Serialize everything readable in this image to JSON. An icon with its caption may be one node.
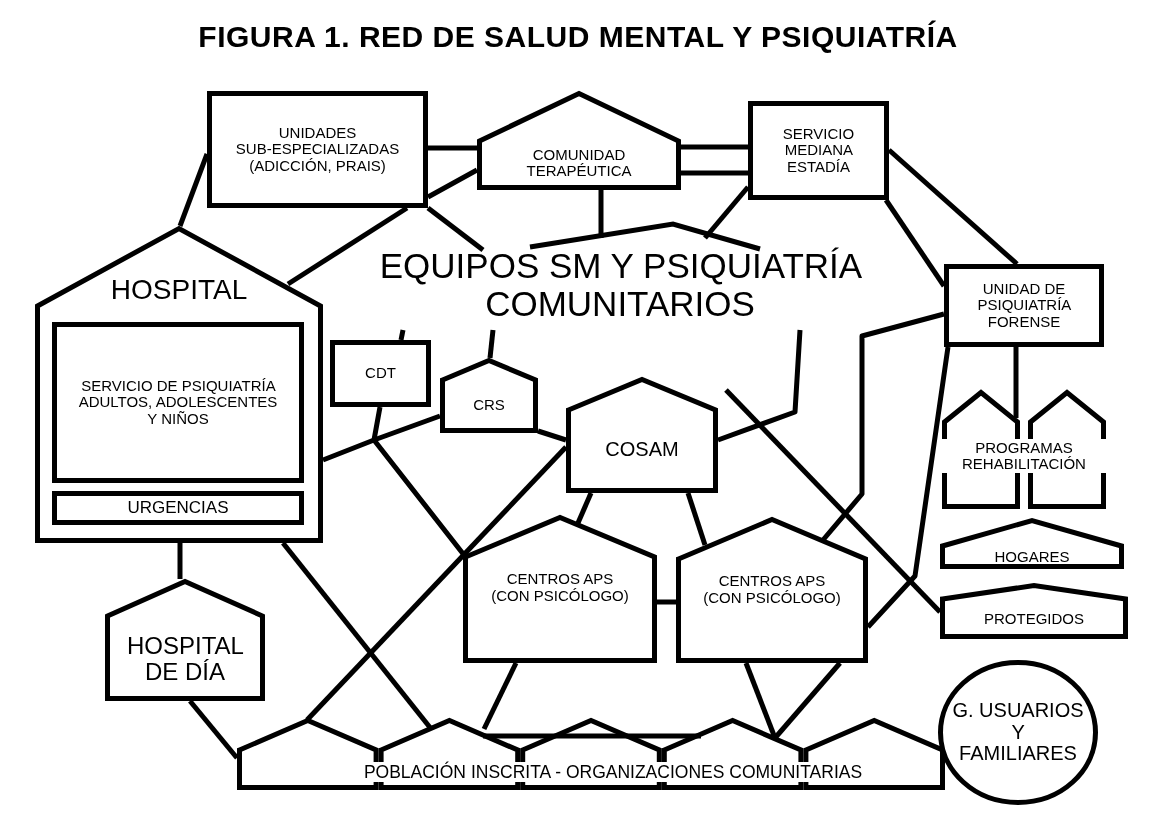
{
  "diagram": {
    "title": "FIGURA 1. RED DE SALUD MENTAL Y PSIQUIATRÍA",
    "nodes": [
      {
        "text": [
          "UNIDADES SUB-ESPECIALIZADAS (ADICCIÓN, PRAIS)"
        ]
      },
      {
        "text": [
          "COMUNIDAD TERAPÉUTICA"
        ]
      },
      {
        "text": [
          "SERVICIO MEDIANA ESTADÍA"
        ]
      },
      {
        "text": [
          "EQUIPOS SM Y PSIQUIATRÍA COMUNITARIOS"
        ]
      },
      {
        "text": [
          "HOSPITAL"
        ]
      },
      {
        "text": [
          "SERVICIO DE PSIQUIATRÍA ADULTOS, ADOLESCENTES Y NIÑOS"
        ],
        "in": 4
      },
      {
        "text": [
          "URGENCIAS"
        ],
        "in": 4
      },
      {
        "text": [
          "CDT"
        ]
      },
      {
        "text": [
          "CRS"
        ]
      },
      {
        "text": [
          "COSAM"
        ]
      },
      {
        "text": [
          "CENTROS APS (CON PSICÓLOGO)"
        ]
      },
      {
        "text": [
          "CENTROS APS (CON PSICÓLOGO)"
        ]
      },
      {
        "text": [
          "UNIDAD DE PSIQUIATRÍA FORENSE"
        ]
      },
      {
        "text": [
          "PROGRAMAS REHABILITACIÓN"
        ]
      },
      {
        "text": [
          "HOGARES"
        ]
      },
      {
        "text": [
          "PROTEGIDOS"
        ]
      },
      {
        "text": [
          "HOSPITAL DE DÍA"
        ]
      },
      {
        "text": [
          "POBLACIÓN INSCRITA - ORGANIZACIONES COMUNITARIAS"
        ]
      },
      {
        "text": [
          "G. USUARIOS Y FAMILIARES"
        ]
      }
    ],
    "edges": [
      {
        "from": 0,
        "to": 1,
        "arrow": "none"
      },
      {
        "from": 1,
        "to": 0,
        "arrow": "none"
      },
      {
        "from": 0,
        "to": 4,
        "arrow": "none"
      },
      {
        "from": 0,
        "to": 4,
        "arrow": "none"
      },
      {
        "from": 0,
        "to": 3,
        "arrow": "none"
      },
      {
        "from": 1,
        "to": 2,
        "arrow": "none"
      },
      {
        "from": 1,
        "to": 2,
        "arrow": "none"
      },
      {
        "from": 1,
        "to": 3,
        "arrow": "none"
      },
      {
        "from": 2,
        "to": 3,
        "arrow": "none"
      },
      {
        "from": 2,
        "to": 12,
        "arrow": "none"
      },
      {
        "from": 2,
        "to": 12,
        "arrow": "none"
      },
      {
        "from": 12,
        "to": 11,
        "arrow": "none"
      },
      {
        "from": 12,
        "to": 13,
        "arrow": "none"
      },
      {
        "from": 12,
        "to": 11,
        "arrow": "none"
      },
      {
        "from": null,
        "to": 15,
        "arrow": "none"
      },
      {
        "from": 3,
        "to": 9,
        "arrow": "none"
      },
      {
        "from": 3,
        "to": 7,
        "arrow": "none"
      },
      {
        "from": 3,
        "to": 8,
        "arrow": "none"
      },
      {
        "from": 7,
        "to": 10,
        "arrow": "none"
      },
      {
        "from": 4,
        "to": 8,
        "arrow": "none"
      },
      {
        "from": 8,
        "to": 9,
        "arrow": "none"
      },
      {
        "from": 9,
        "to": 17,
        "arrow": "none"
      },
      {
        "from": 9,
        "to": 10,
        "arrow": "none"
      },
      {
        "from": 9,
        "to": 11,
        "arrow": "none"
      },
      {
        "from": 10,
        "to": 11,
        "arrow": "none"
      },
      {
        "from": 4,
        "to": 16,
        "arrow": "none"
      },
      {
        "from": 16,
        "to": 17,
        "arrow": "none"
      },
      {
        "from": 4,
        "to": 17,
        "arrow": "none"
      },
      {
        "from": 10,
        "to": 17,
        "arrow": "none"
      },
      {
        "from": 11,
        "to": 17,
        "arrow": "none"
      },
      {
        "from": 11,
        "to": 17,
        "arrow": "none"
      }
    ]
  }
}
